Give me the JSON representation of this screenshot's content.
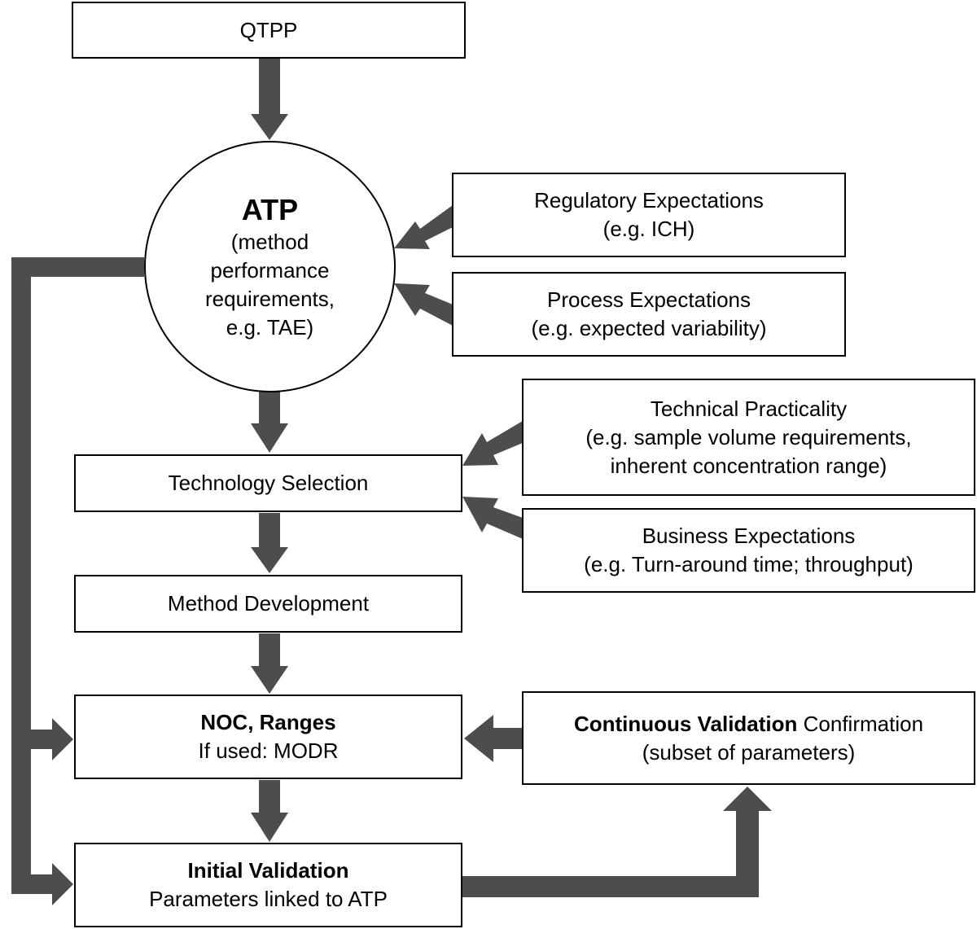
{
  "nodes": {
    "qtpp": {
      "label": "QTPP"
    },
    "atp": {
      "title": "ATP",
      "lines": [
        "(method",
        "performance",
        "requirements,",
        "e.g. TAE)"
      ]
    },
    "regulatory": {
      "line1": "Regulatory Expectations",
      "line2": "(e.g. ICH)"
    },
    "process": {
      "line1": "Process Expectations",
      "line2": "(e.g. expected variability)"
    },
    "technical": {
      "line1": "Technical Practicality",
      "line2": "(e.g. sample volume requirements,",
      "line3": "inherent concentration range)"
    },
    "business": {
      "line1": "Business Expectations",
      "line2": "(e.g. Turn-around time; throughput)"
    },
    "technology": {
      "label": "Technology Selection"
    },
    "method_dev": {
      "label": "Method Development"
    },
    "noc": {
      "line1": "NOC, Ranges",
      "line2": "If used: MODR"
    },
    "continuous": {
      "bold": "Continuous Validation",
      "normal": " Confirmation",
      "line2": "(subset of parameters)"
    },
    "initial": {
      "line1": "Initial Validation",
      "line2": "Parameters linked to ATP"
    }
  },
  "colors": {
    "arrow": "#4d4d4d",
    "border": "#000000"
  }
}
